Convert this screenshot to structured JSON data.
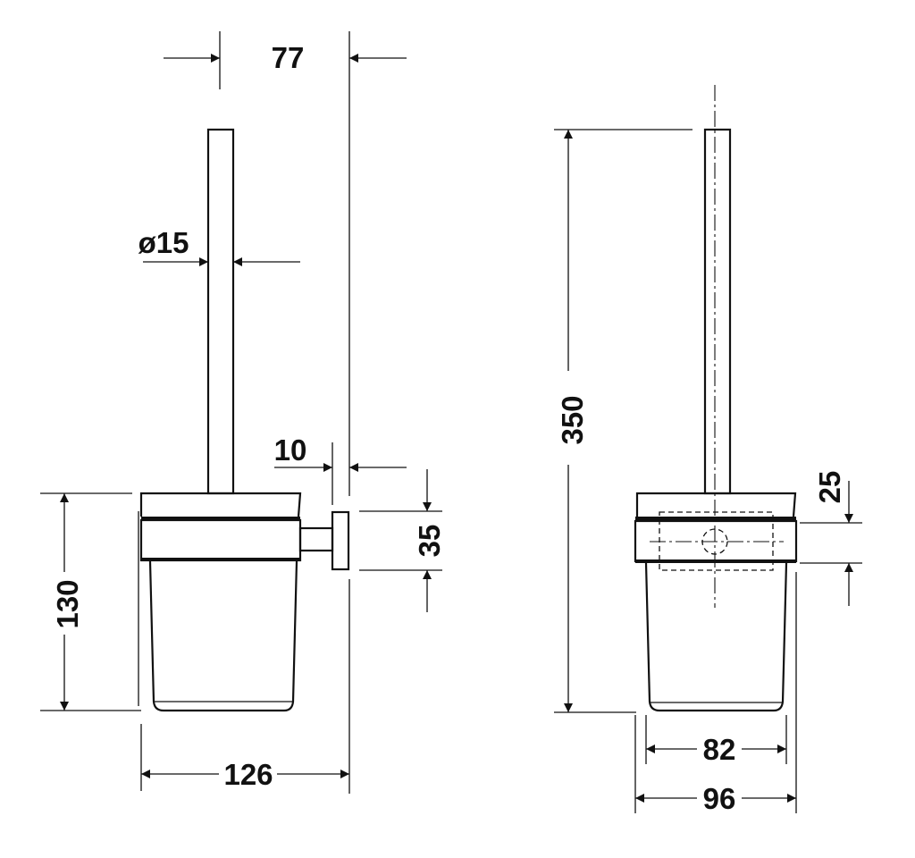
{
  "dimensions": {
    "wall_projection": "77",
    "handle_diameter": "ø15",
    "plate_thickness": "10",
    "plate_height": "35",
    "holder_height": "130",
    "total_depth": "126",
    "total_height": "350",
    "band_offset": "25",
    "cup_width": "82",
    "total_width": "96"
  }
}
